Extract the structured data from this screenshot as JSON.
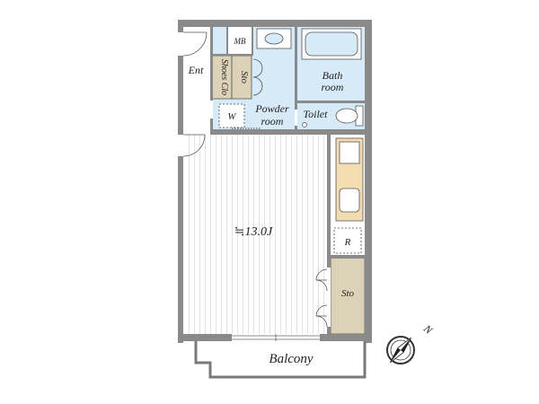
{
  "rooms": {
    "mb": "MB",
    "entrance": "Ent",
    "shoe_closet": "Shoes Clo",
    "storage_top": "Sto",
    "bath_line1": "Bath",
    "bath_line2": "room",
    "powder_line1": "Powder",
    "powder_line2": "room",
    "washer": "W",
    "toilet": "Toilet",
    "living_area": "≒13.0J",
    "fridge": "R",
    "storage_main": "Sto",
    "balcony": "Balcony"
  },
  "compass": {
    "north_label": "N"
  },
  "colors": {
    "wet_area": "#d6eaf7",
    "storage": "#dbd2b8",
    "kitchen": "#f3dcb0",
    "floor_stripe": "#ececec",
    "wall": "#8a8a8a"
  }
}
